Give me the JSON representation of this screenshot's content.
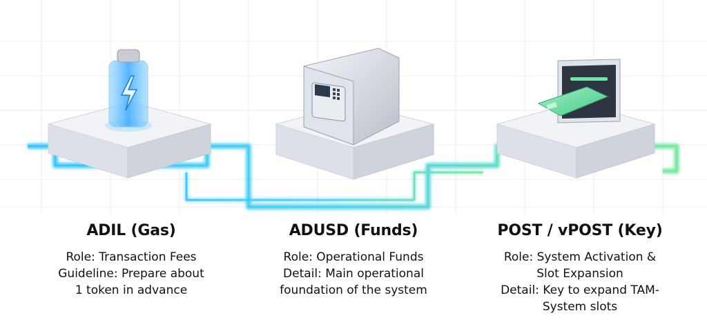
{
  "cards": [
    {
      "id": "gas",
      "title": "ADIL (Gas)",
      "lines": [
        "Role: Transaction Fees",
        "Guideline: Prepare about",
        "1 token in advance"
      ],
      "icon": "battery-icon",
      "accent": "#3fc8ff"
    },
    {
      "id": "funds",
      "title": "ADUSD (Funds)",
      "lines": [
        "Role: Operational Funds",
        "Detail: Main operational",
        "foundation of the system"
      ],
      "icon": "safe-icon",
      "accent": "#6ad8f0"
    },
    {
      "id": "key",
      "title": "POST / vPOST (Key)",
      "lines": [
        "Role: System Activation &",
        "Slot Expansion",
        "Detail: Key to expand TAM-",
        "System slots"
      ],
      "icon": "card-terminal-icon",
      "accent": "#7fe6a8"
    }
  ],
  "colors": {
    "cyan": "#39c6ff",
    "green": "#74e3a0",
    "platform_top": "#eef0f5",
    "platform_side": "#d7dae3",
    "text": "#111111"
  }
}
